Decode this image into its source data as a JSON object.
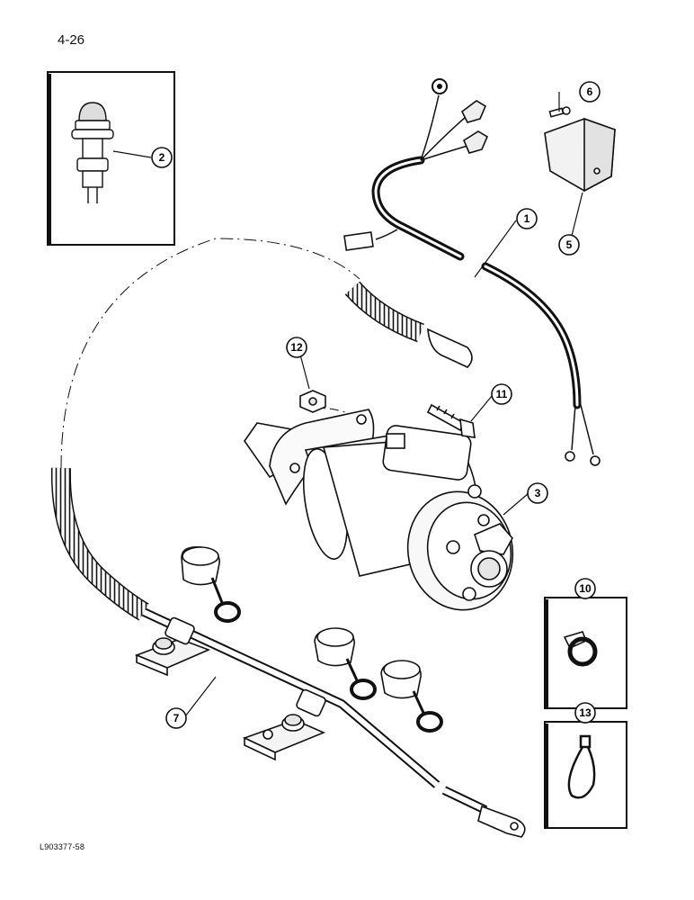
{
  "page": {
    "number": "4-26",
    "figure_code": "L903377-58"
  },
  "callouts": {
    "c1": "1",
    "c2": "2",
    "c3": "3",
    "c5": "5",
    "c6": "6",
    "c7": "7",
    "c10": "10",
    "c11": "11",
    "c12": "12",
    "c13": "13"
  },
  "colors": {
    "ink": "#111111",
    "paper": "#ffffff",
    "shade": "#e9e9e9"
  }
}
